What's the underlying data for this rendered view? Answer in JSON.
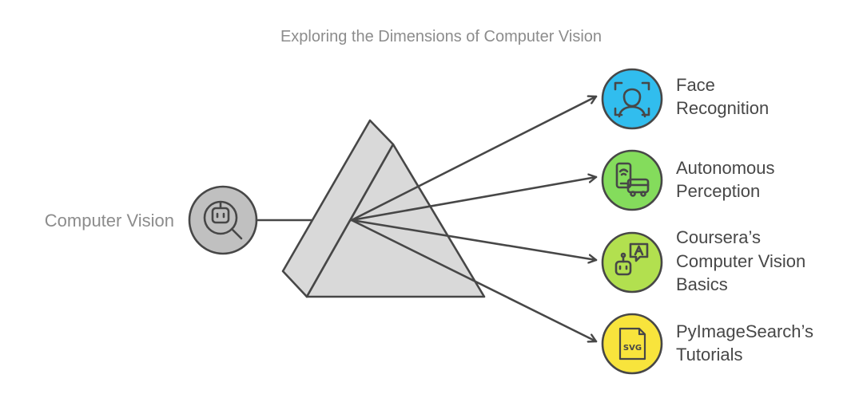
{
  "title": "Exploring the Dimensions of Computer Vision",
  "input": {
    "label": "Computer Vision",
    "icon": "robot-search-icon"
  },
  "outputs": [
    {
      "lines": [
        "Face",
        "Recognition"
      ],
      "icon": "face-scan-icon",
      "color": "#31bdee"
    },
    {
      "lines": [
        "Autonomous",
        "Perception"
      ],
      "icon": "phone-bus-icon",
      "color": "#84dc5c"
    },
    {
      "lines": [
        "Coursera’s",
        "Computer Vision",
        "Basics"
      ],
      "icon": "robot-chat-icon",
      "color": "#b2e04f"
    },
    {
      "lines": [
        "PyImageSearch’s",
        "Tutorials"
      ],
      "icon": "svg-file-icon",
      "color": "#f8e43c"
    }
  ],
  "colors": {
    "prism_fill": "#d9d9d9",
    "input_circle": "#c0c0c0",
    "stroke": "#474747",
    "label_gray": "#8c8c8c"
  }
}
